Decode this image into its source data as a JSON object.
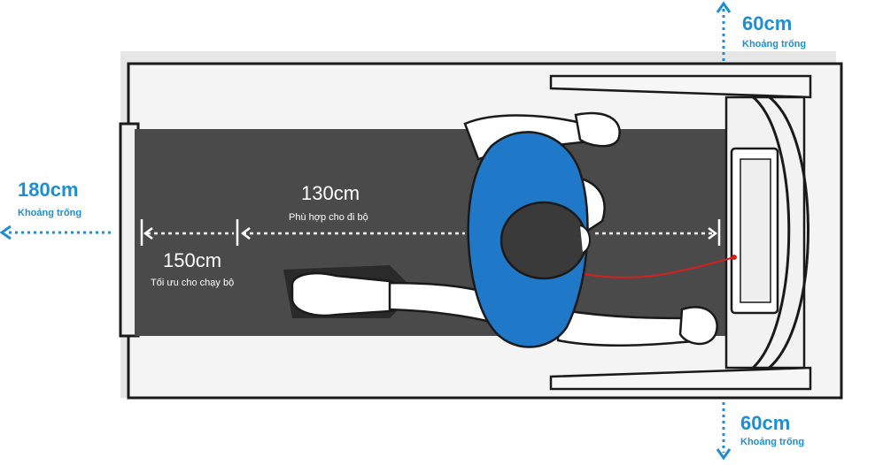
{
  "labels": {
    "top_clearance": {
      "value": "60cm",
      "caption": "Khoảng trống"
    },
    "bottom_clearance": {
      "value": "60cm",
      "caption": "Khoảng trống"
    },
    "rear_clearance": {
      "value": "180cm",
      "caption": "Khoảng trống"
    },
    "walking_length": {
      "value": "130cm",
      "caption": "Phù hợp cho đi bộ"
    },
    "running_length": {
      "value": "150cm",
      "caption": "Tối ưu cho chạy bộ"
    }
  },
  "colors": {
    "accent": "#1d8fd0",
    "belt": "#4a4a4a",
    "frame": "#f2f2f2",
    "outline": "#1a1a1a",
    "shirt": "#1f78c8",
    "safety_cord": "#d42020"
  }
}
